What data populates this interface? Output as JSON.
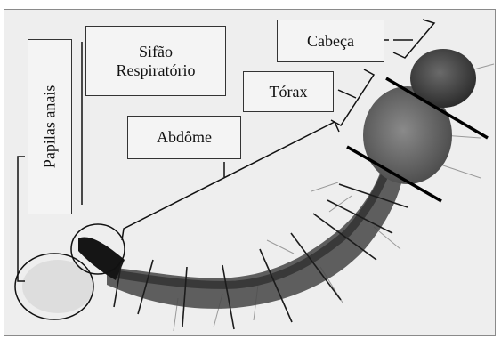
{
  "labels": {
    "sifao_line1": "Sifão",
    "sifao_line2": "Respiratório",
    "cabeca": "Cabeça",
    "torax": "Tórax",
    "abdome": "Abdôme",
    "papilas": "Papilas anais"
  },
  "colors": {
    "background": "#eeeeee",
    "body": "#3a3a3a",
    "outline": "#111111"
  }
}
